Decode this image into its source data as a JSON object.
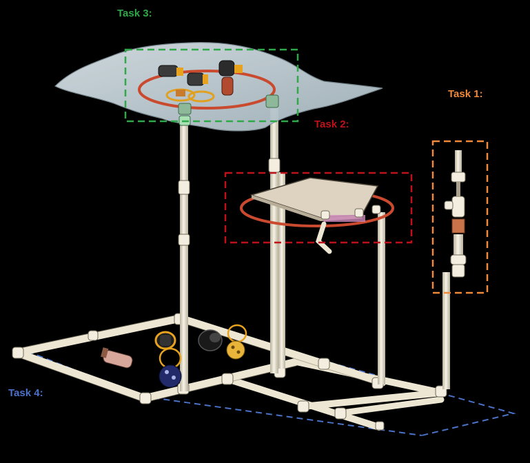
{
  "labels": {
    "task1": "Task 1:",
    "task2": "Task 2:",
    "task3": "Task 3:",
    "task4": "Task 4:"
  },
  "colors": {
    "background": "#000000",
    "task1": "#f0893a",
    "task2": "#c0111b",
    "task3": "#2fa84a",
    "task4": "#4a72c8",
    "pipe": "#ece6d2",
    "hoop": "#c94a2f",
    "water": "#c3d0d6",
    "table": "#ddd3c0"
  }
}
